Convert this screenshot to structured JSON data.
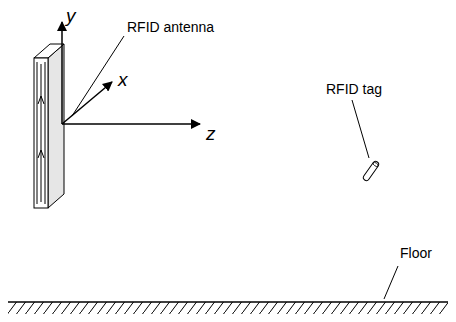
{
  "diagram": {
    "labels": [
      "y",
      "x",
      "z",
      "RFID antenna",
      "RFID tag",
      "Floor"
    ]
  }
}
